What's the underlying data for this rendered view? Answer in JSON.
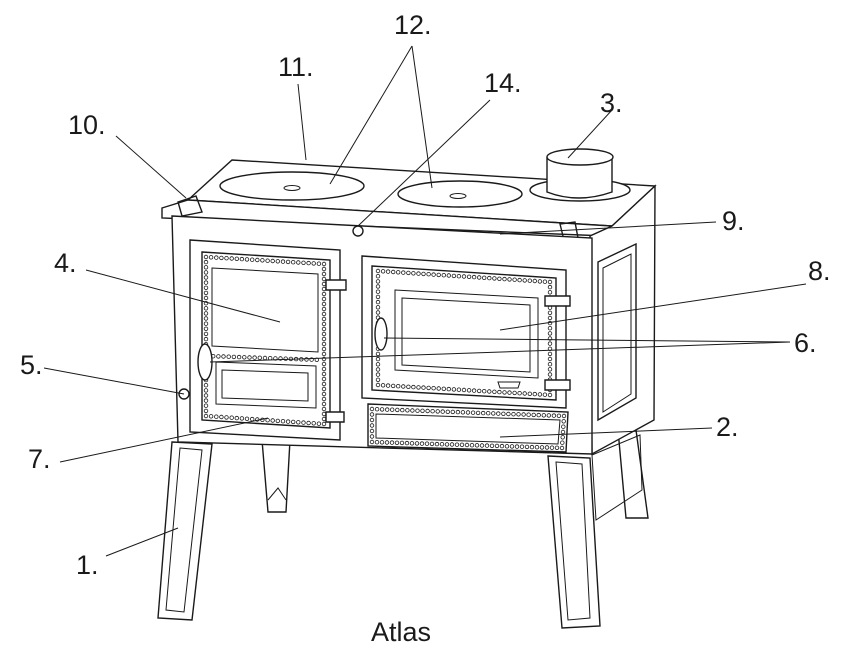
{
  "diagram": {
    "caption": "Atlas",
    "labels": [
      {
        "id": "1",
        "text": "1."
      },
      {
        "id": "2",
        "text": "2."
      },
      {
        "id": "3",
        "text": "3."
      },
      {
        "id": "4",
        "text": "4."
      },
      {
        "id": "5",
        "text": "5."
      },
      {
        "id": "6",
        "text": "6."
      },
      {
        "id": "7",
        "text": "7."
      },
      {
        "id": "8",
        "text": "8."
      },
      {
        "id": "9",
        "text": "9."
      },
      {
        "id": "10",
        "text": "10."
      },
      {
        "id": "11",
        "text": "11."
      },
      {
        "id": "12",
        "text": "12."
      },
      {
        "id": "14",
        "text": "14."
      }
    ]
  }
}
